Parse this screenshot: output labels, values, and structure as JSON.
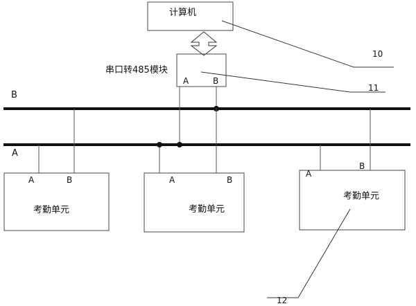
{
  "computer": {
    "label": "计算机"
  },
  "converter": {
    "label": "串口转485模块",
    "pin_a": "A",
    "pin_b": "B"
  },
  "bus": {
    "line_b_label": "B",
    "line_a_label": "A"
  },
  "units": [
    {
      "label": "考勤单元",
      "pin_a": "A",
      "pin_b": "B"
    },
    {
      "label": "考勤单元",
      "pin_a": "A",
      "pin_b": "B"
    },
    {
      "label": "考勤单元",
      "pin_a": "A",
      "pin_b": "B"
    }
  ],
  "callouts": {
    "computer": "10",
    "converter": "11",
    "unit": "12"
  }
}
